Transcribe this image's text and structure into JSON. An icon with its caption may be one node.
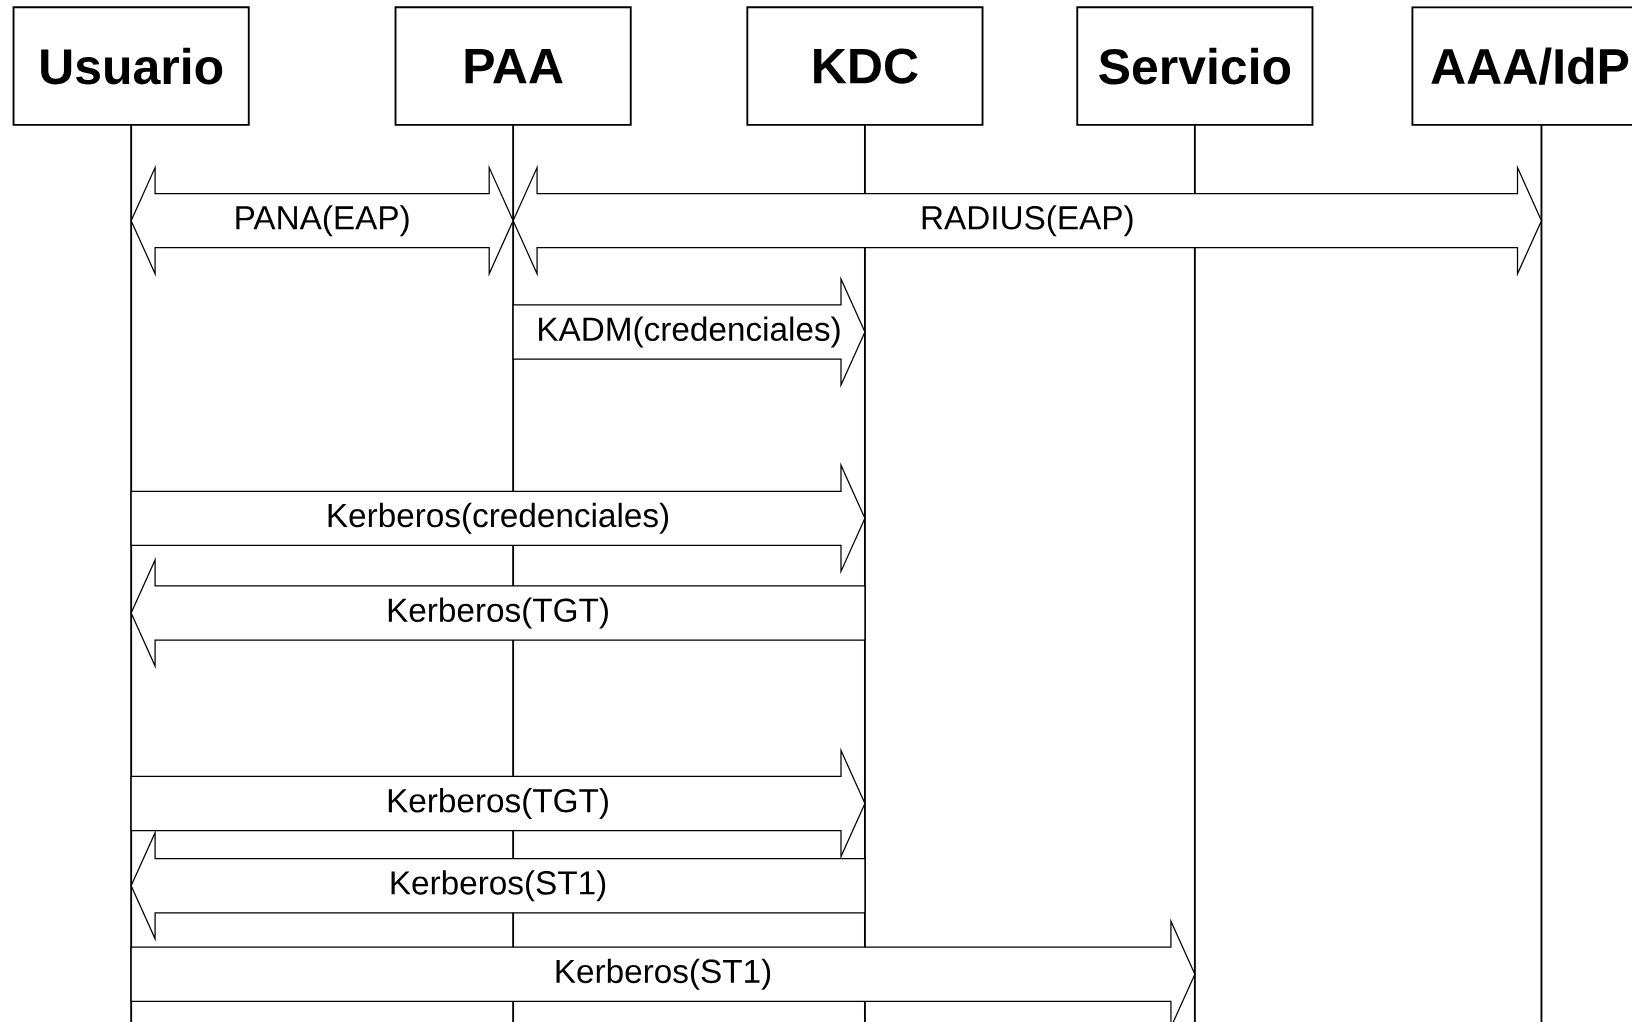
{
  "diagram": {
    "nodes": [
      {
        "text": [
          "Usuario"
        ]
      },
      {
        "text": [
          "PAA"
        ]
      },
      {
        "text": [
          "KDC"
        ]
      },
      {
        "text": [
          "Servicio"
        ]
      },
      {
        "text": [
          "AAA/IdP"
        ]
      }
    ],
    "edges": [
      {
        "from": 0,
        "to": 1,
        "arrow": "both",
        "label": "PANA(EAP)"
      },
      {
        "from": 1,
        "to": 4,
        "arrow": "both",
        "label": "RADIUS(EAP)"
      },
      {
        "from": 1,
        "to": 2,
        "arrow": "to",
        "label": "KADM(credenciales)"
      },
      {
        "from": 0,
        "to": 2,
        "arrow": "to",
        "label": "Kerberos(credenciales)"
      },
      {
        "from": 2,
        "to": 0,
        "arrow": "to",
        "label": "Kerberos(TGT)"
      },
      {
        "from": 0,
        "to": 2,
        "arrow": "to",
        "label": "Kerberos(TGT)"
      },
      {
        "from": 2,
        "to": 0,
        "arrow": "to",
        "label": "Kerberos(ST1)"
      },
      {
        "from": 0,
        "to": 3,
        "arrow": "to",
        "label": "Kerberos(ST1)"
      }
    ]
  }
}
